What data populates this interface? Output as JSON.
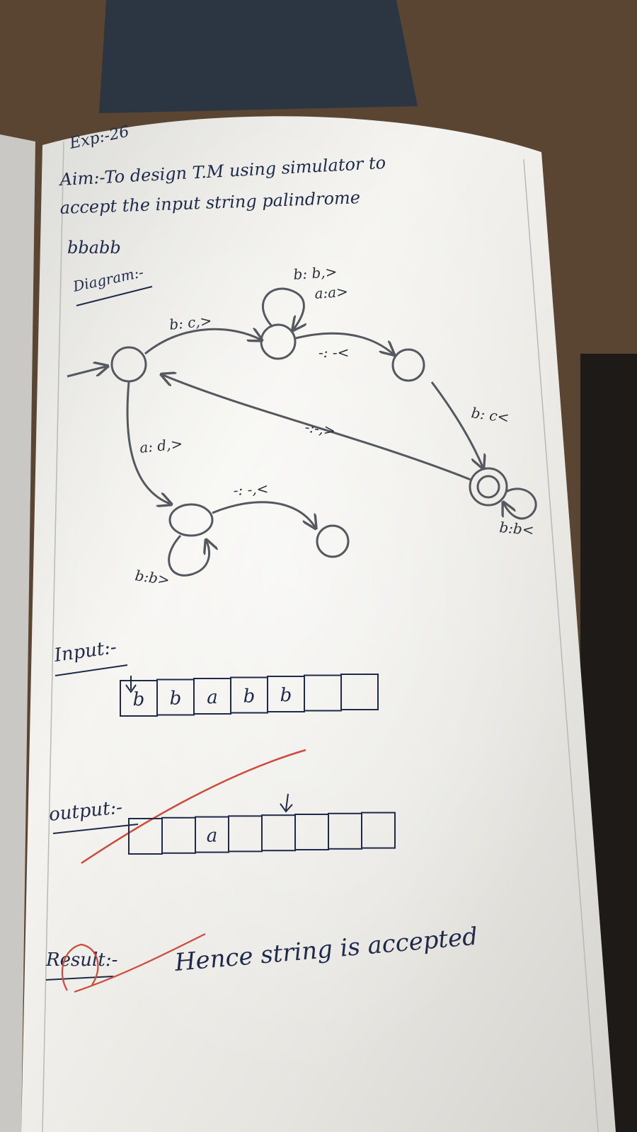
{
  "header": {
    "exp": "Exp:-26",
    "aim_line1": "Aim:-To design T.M using simulator to",
    "aim_line2": "accept the input string palindrome",
    "aim_line3": "bbabb"
  },
  "diagram": {
    "heading": "Diagram:-",
    "transitions": [
      "b: b,>",
      "a:a>",
      "b: c,>",
      "-: -<",
      "b: c<",
      "-:-,>",
      "a: d,>",
      "-: -,<",
      "b:b<",
      "b:b>"
    ]
  },
  "input": {
    "heading": "Input:-",
    "tape": [
      "b",
      "b",
      "a",
      "b",
      "b",
      "",
      ""
    ]
  },
  "output": {
    "heading": "output:-",
    "tape": [
      "",
      "",
      "a",
      "",
      "",
      "",
      "",
      ""
    ]
  },
  "result": {
    "heading": "Result:-",
    "text": "Hence string is accepted"
  },
  "colors": {
    "paper": "#ecebe6",
    "ink": "#1f2a4a",
    "pencil": "#55585e",
    "correction": "#d04a3a"
  }
}
